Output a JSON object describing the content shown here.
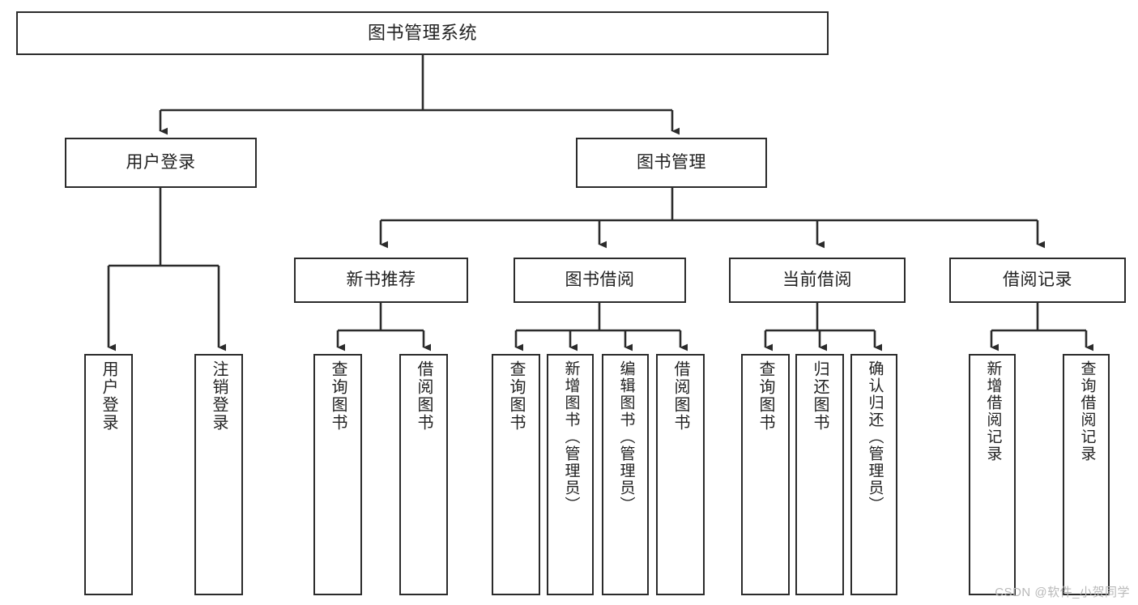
{
  "diagram": {
    "title": "图书管理系统",
    "type": "hierarchy-tree",
    "watermark": "CSDN @软件_小贺同学",
    "nodes": {
      "root": {
        "label": "图书管理系统"
      },
      "level2": [
        {
          "id": "user-login",
          "label": "用户登录"
        },
        {
          "id": "book-manage",
          "label": "图书管理"
        }
      ],
      "level3": [
        {
          "id": "new-book-recommend",
          "label": "新书推荐"
        },
        {
          "id": "book-borrow",
          "label": "图书借阅"
        },
        {
          "id": "current-borrow",
          "label": "当前借阅"
        },
        {
          "id": "borrow-record",
          "label": "借阅记录"
        }
      ],
      "leaves": {
        "user_login": [
          {
            "id": "leaf-user-login",
            "label": "用户登录"
          },
          {
            "id": "leaf-logout",
            "label": "注销登录"
          }
        ],
        "new_book_recommend": [
          {
            "id": "leaf-query-book-1",
            "label": "查询图书"
          },
          {
            "id": "leaf-borrow-book-1",
            "label": "借阅图书"
          }
        ],
        "book_borrow": [
          {
            "id": "leaf-query-book-2",
            "label": "查询图书"
          },
          {
            "id": "leaf-add-book",
            "label": "新增图书（管理员）"
          },
          {
            "id": "leaf-edit-book",
            "label": "编辑图书（管理员）"
          },
          {
            "id": "leaf-borrow-book-2",
            "label": "借阅图书"
          }
        ],
        "current_borrow": [
          {
            "id": "leaf-query-book-3",
            "label": "查询图书"
          },
          {
            "id": "leaf-return-book",
            "label": "归还图书"
          },
          {
            "id": "leaf-confirm-return",
            "label": "确认归还（管理员）"
          }
        ],
        "borrow_record": [
          {
            "id": "leaf-add-record",
            "label": "新增借阅记录"
          },
          {
            "id": "leaf-query-record",
            "label": "查询借阅记录"
          }
        ]
      }
    },
    "colors": {
      "stroke": "#2b2b2b",
      "fill": "#ffffff",
      "text": "#222222",
      "watermark": "#b9b9b9"
    }
  }
}
